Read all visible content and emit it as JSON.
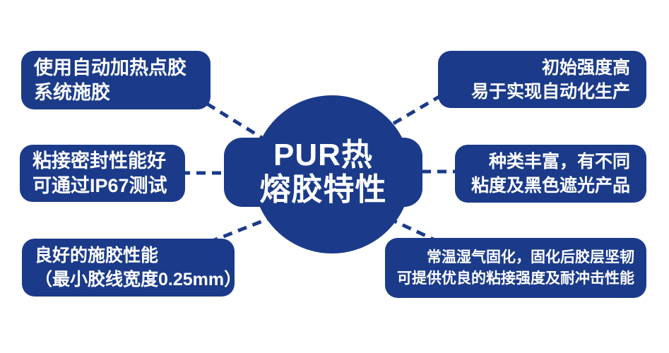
{
  "colors": {
    "accent": "#1b3b8a",
    "background": "#ffffff",
    "text": "#ffffff"
  },
  "center": {
    "line1": "PUR热",
    "line2": "熔胶特性"
  },
  "boxes": {
    "top_left": {
      "line1": "使用自动加热点胶",
      "line2": "系统施胶"
    },
    "mid_left": {
      "line1": "粘接密封性能好",
      "line2": "可通过IP67测试"
    },
    "bottom_left": {
      "line1": "良好的施胶性能",
      "line2": "（最小胶线宽度0.25mm）"
    },
    "top_right": {
      "line1": "初始强度高",
      "line2": "易于实现自动化生产"
    },
    "mid_right": {
      "line1": "种类丰富，有不同",
      "line2": "粘度及黑色遮光产品"
    },
    "bottom_right": {
      "line1": "常温湿气固化，固化后胶层坚韧",
      "line2": "可提供优良的粘接强度及耐冲击性能"
    }
  }
}
